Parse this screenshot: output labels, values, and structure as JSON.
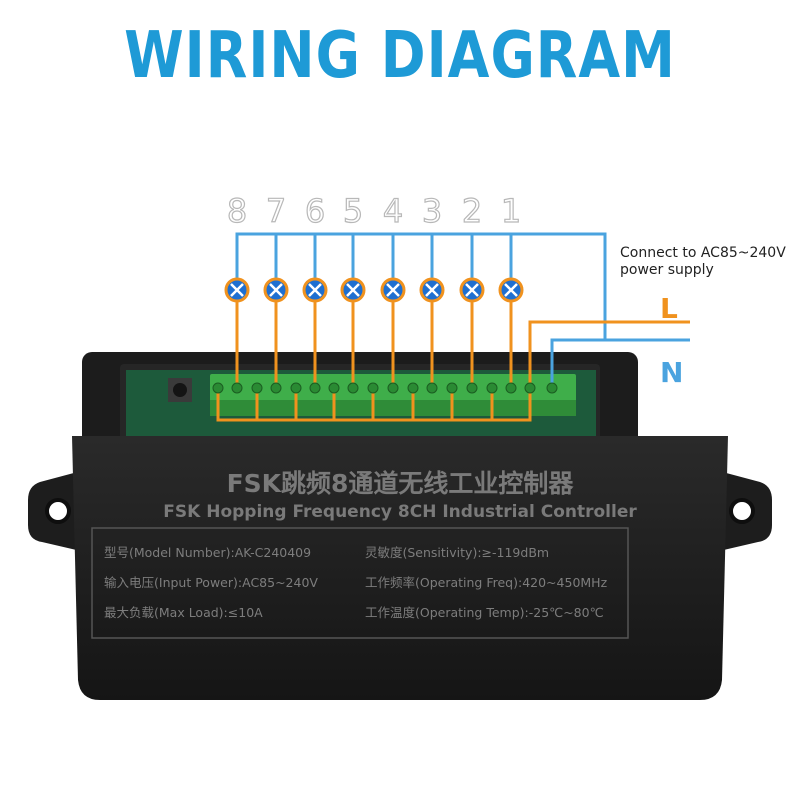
{
  "title": "WIRING DIAGRAM",
  "channel_numbers": [
    "8",
    "7",
    "6",
    "5",
    "4",
    "3",
    "2",
    "1"
  ],
  "power": {
    "note_line1": "Connect to AC85~240V",
    "note_line2": "power supply",
    "live_label": "L",
    "neutral_label": "N"
  },
  "device": {
    "name_cn": "FSK跳频8通道无线工业控制器",
    "name_en": "FSK Hopping Frequency 8CH Industrial Controller",
    "specs": [
      {
        "label": "型号(Model Number):",
        "value": "AK-C240409"
      },
      {
        "label": "灵敏度(Sensitivity):",
        "value": "≥-119dBm"
      },
      {
        "label": "输入电压(Input Power):",
        "value": "AC85~240V"
      },
      {
        "label": "工作频率(Operating Freq):",
        "value": "420~450MHz"
      },
      {
        "label": "最大负载(Max Load):",
        "value": "≤10A"
      },
      {
        "label": "工作温度(Operating Temp):",
        "value": "-25℃~80℃"
      }
    ]
  },
  "colors": {
    "title": "#1e9ad6",
    "live_wire": "#f0921e",
    "neutral_wire": "#4aa3df",
    "terminal_block": "#3fae4a",
    "housing": "#1f1f1f",
    "lamp_symbol": "#1e6fd1"
  }
}
